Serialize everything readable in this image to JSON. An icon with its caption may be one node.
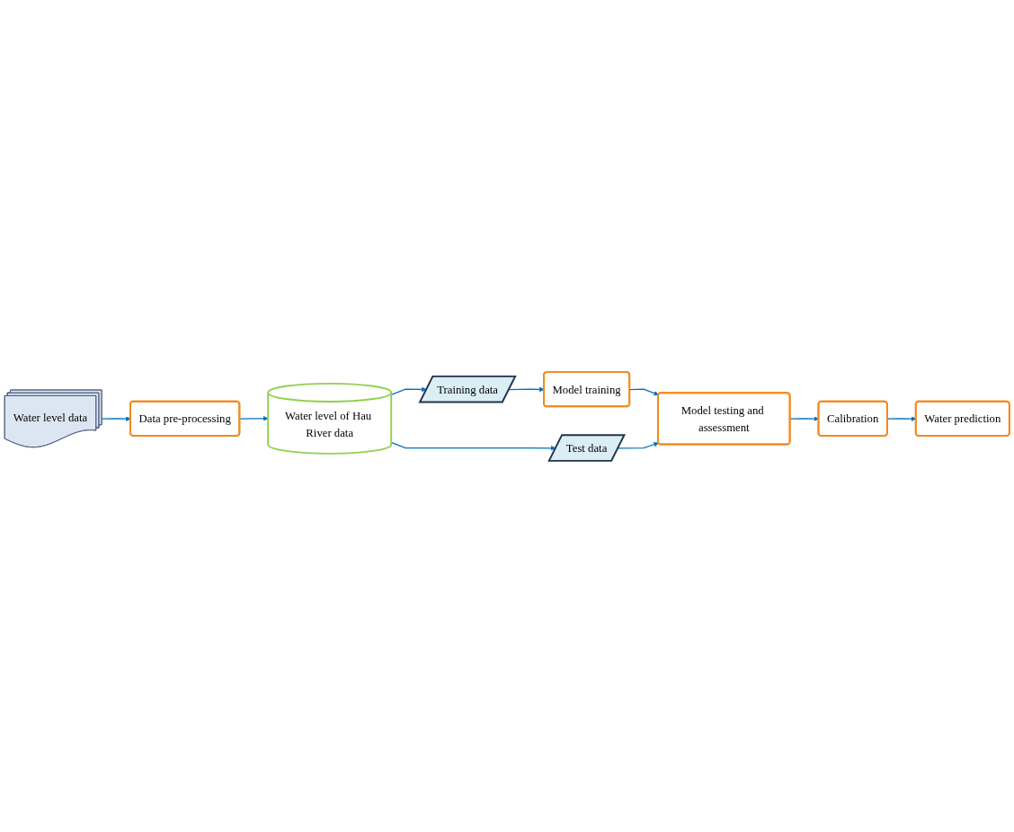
{
  "diagram": {
    "nodes": [
      {
        "text": [
          "Water level data"
        ]
      },
      {
        "text": [
          "Data pre-processing"
        ]
      },
      {
        "text": [
          "Water level of Hau River data"
        ]
      },
      {
        "text": [
          "Training data"
        ]
      },
      {
        "text": [
          "Test data"
        ]
      },
      {
        "text": [
          "Model training"
        ]
      },
      {
        "text": [
          "Model testing and assessment"
        ]
      },
      {
        "text": [
          "Calibration"
        ]
      },
      {
        "text": [
          "Water prediction"
        ]
      }
    ],
    "edges": [
      {
        "from": 0,
        "to": 1,
        "arrow": "to"
      },
      {
        "from": 1,
        "to": 2,
        "arrow": "to"
      },
      {
        "from": 2,
        "to": 3,
        "arrow": "to"
      },
      {
        "from": 2,
        "to": 4,
        "arrow": "to"
      },
      {
        "from": 3,
        "to": 5,
        "arrow": "to"
      },
      {
        "from": 5,
        "to": 6,
        "arrow": "to"
      },
      {
        "from": 4,
        "to": 6,
        "arrow": "to"
      },
      {
        "from": 6,
        "to": 7,
        "arrow": "to"
      },
      {
        "from": 7,
        "to": 8,
        "arrow": "to"
      }
    ]
  }
}
